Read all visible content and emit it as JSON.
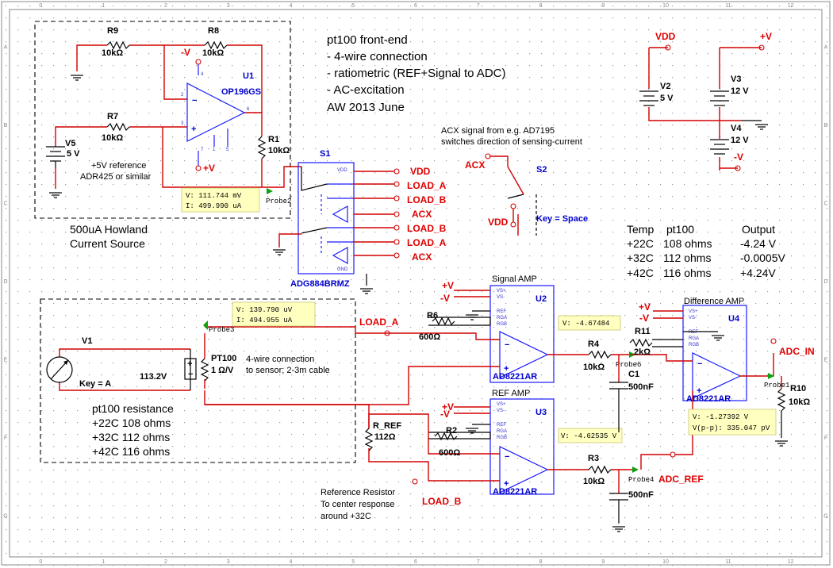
{
  "title_block": {
    "lines": [
      "pt100 front-end",
      "- 4-wire connection",
      "- ratiometric (REF+Signal to ADC)",
      "- AC-excitation",
      "AW 2013 June"
    ]
  },
  "components": {
    "R9": {
      "ref": "R9",
      "value": "10kΩ"
    },
    "R8": {
      "ref": "R8",
      "value": "10kΩ"
    },
    "R7": {
      "ref": "R7",
      "value": "10kΩ"
    },
    "R1": {
      "ref": "R1",
      "value": "10kΩ"
    },
    "R6": {
      "ref": "R6",
      "value": "600Ω"
    },
    "R2": {
      "ref": "R2",
      "value": "600Ω"
    },
    "R4": {
      "ref": "R4",
      "value": "10kΩ"
    },
    "R3": {
      "ref": "R3",
      "value": "10kΩ"
    },
    "R11": {
      "ref": "R11",
      "value": "2kΩ"
    },
    "R10": {
      "ref": "R10",
      "value": "10kΩ"
    },
    "RREF": {
      "ref": "R_REF",
      "value": "112Ω"
    },
    "C1": {
      "ref": "C1",
      "value": "500nF"
    },
    "C2": {
      "ref": "",
      "value": "500nF"
    },
    "U1": {
      "ref": "U1",
      "part": "OP196GS"
    },
    "U2": {
      "ref": "U2",
      "part": "AD8221AR"
    },
    "U3": {
      "ref": "U3",
      "part": "AD8221AR"
    },
    "U4": {
      "ref": "U4",
      "part": "AD8221AR"
    },
    "S1": {
      "ref": "S1",
      "part": "ADG884BRMZ"
    },
    "S2": {
      "ref": "S2",
      "note": "Key = Space"
    },
    "V1": {
      "ref": "V1",
      "value": "113.2V",
      "key": "Key = A"
    },
    "V2": {
      "ref": "V2",
      "value": "5 V"
    },
    "V3": {
      "ref": "V3",
      "value": "12 V"
    },
    "V4": {
      "ref": "V4",
      "value": "12 V"
    },
    "V5": {
      "ref": "V5",
      "value": "5 V"
    },
    "PT100": {
      "ref": "PT100",
      "value": "1 Ω/V"
    }
  },
  "nets": {
    "vdd": "VDD",
    "vplus": "+V",
    "vminus": "-V",
    "load_a": "LOAD_A",
    "load_b": "LOAD_B",
    "acx": "ACX",
    "adc_in": "ADC_IN",
    "adc_ref": "ADC_REF"
  },
  "amp_pins": [
    "VS+",
    "VS-",
    "REF",
    "RGA",
    "RGB"
  ],
  "switch_pins": {
    "vdd": "VDD",
    "gnd": "GND"
  },
  "probes": {
    "probe2": {
      "name": "Probe2",
      "v": "V: 111.744 mV",
      "i": "I: 499.990 uA"
    },
    "probe3": {
      "name": "Probe3",
      "v": "V: 139.790 uV",
      "i": "I: 494.955 uA"
    },
    "probe6": {
      "name": "Probe6",
      "v": "V: -4.67484"
    },
    "probe4": {
      "name": "Probe4",
      "v": "V: -4.62535 V"
    },
    "probe1": {
      "name": "Probe1",
      "v": "V: -1.27392 V",
      "vpp": "V(p-p): 335.047 pV"
    }
  },
  "notes": {
    "ref_source": [
      "+5V reference",
      "ADR425 or similar"
    ],
    "howland": [
      "500uA Howland",
      "Current Source"
    ],
    "acx": [
      "ACX signal from e.g. AD7195",
      "switches direction of sensing-current"
    ],
    "wiring": [
      "4-wire connection",
      "to sensor; 2-3m cable"
    ],
    "pt100": [
      "pt100 resistance",
      "+22C 108 ohms",
      "+32C 112 ohms",
      "+42C 116 ohms"
    ],
    "ref_resistor": [
      "Reference Resistor",
      "To center response",
      "around +32C"
    ],
    "signal_amp": "Signal AMP",
    "ref_amp": "REF AMP",
    "diff_amp": "Difference AMP"
  },
  "output_table": {
    "headers": [
      "Temp",
      "pt100",
      "Output"
    ],
    "rows": [
      [
        "+22C",
        "108 ohms",
        "-4.24 V"
      ],
      [
        "+32C",
        "112 ohms",
        "-0.0005V"
      ],
      [
        "+42C",
        "116 ohms",
        "+4.24V"
      ]
    ]
  },
  "ruler": {
    "cols": [
      "0",
      "1",
      "2",
      "3",
      "4",
      "5",
      "6",
      "7",
      "8",
      "9",
      "10",
      "11",
      "12"
    ],
    "rows": [
      "A",
      "B",
      "C",
      "D",
      "E",
      "F",
      "G"
    ]
  },
  "colors": {
    "wire": "#d40000",
    "part": "#000000",
    "ic": "#1a1aff",
    "probe_box": "#ffffc0",
    "grid": "#9a9a9a"
  }
}
